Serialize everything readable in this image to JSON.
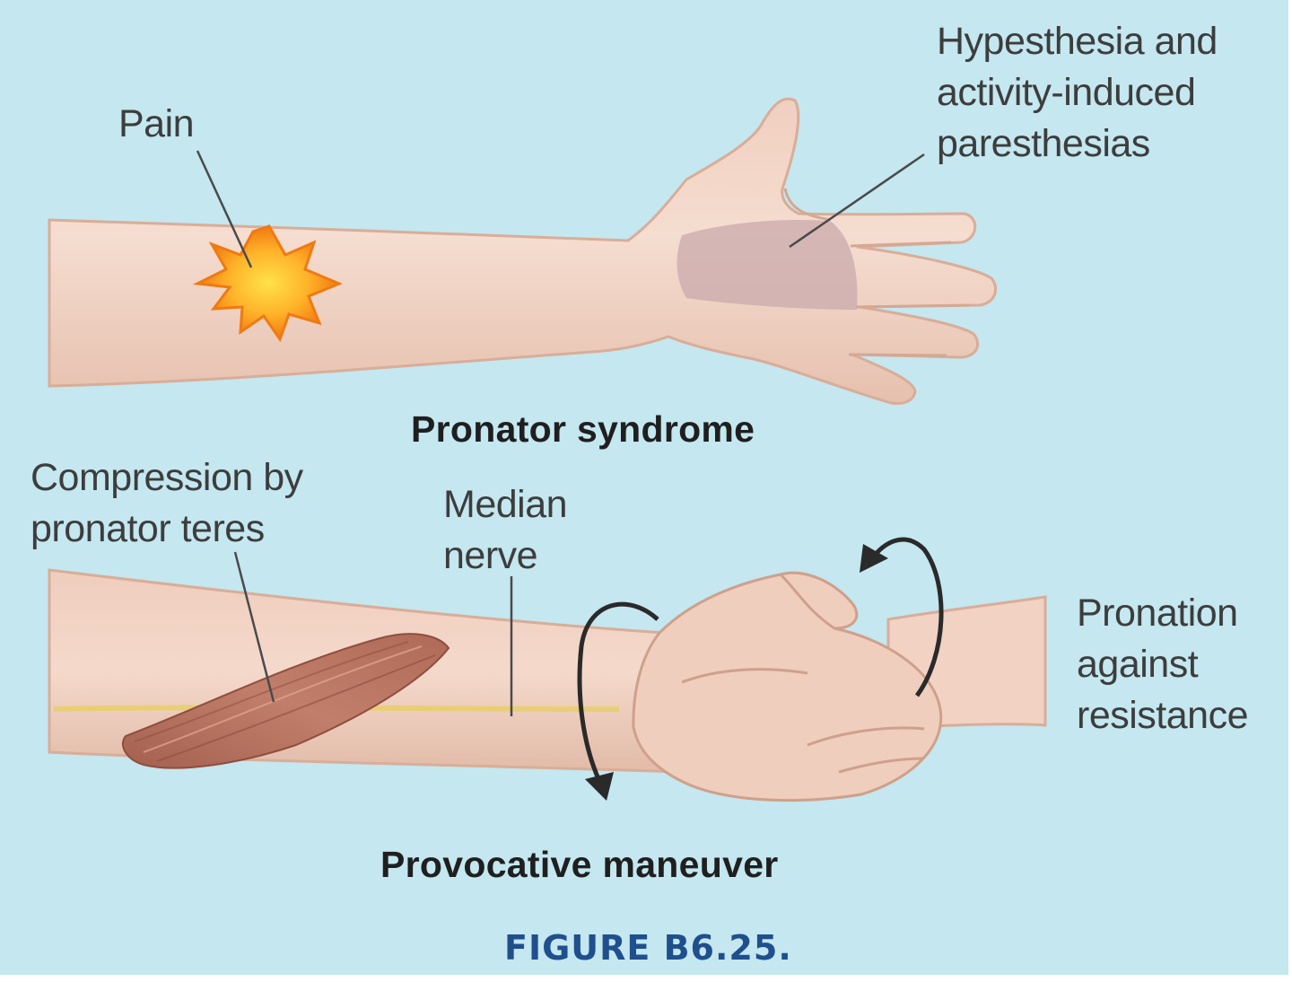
{
  "labels": {
    "pain": "Pain",
    "hypesthesia": [
      "Hypesthesia and",
      "activity-induced",
      "paresthesias"
    ],
    "compression": [
      "Compression by",
      "pronator teres"
    ],
    "median_nerve": [
      "Median",
      "nerve"
    ],
    "pronation": [
      "Pronation",
      "against",
      "resistance"
    ]
  },
  "titles": {
    "top": "Pronator syndrome",
    "bottom": "Provocative maneuver"
  },
  "figure_caption": "FIGURE B6.25.",
  "colors": {
    "background": "#c4e7f0",
    "skin": "#f2d6c8",
    "skin_shadow": "#e2bba8",
    "muscle": "#b86f5c",
    "nerve": "#e8cf72",
    "pain_burst": "#f7a21c",
    "numb_area": "#c9a9ac",
    "caption": "#1f4f8c"
  }
}
